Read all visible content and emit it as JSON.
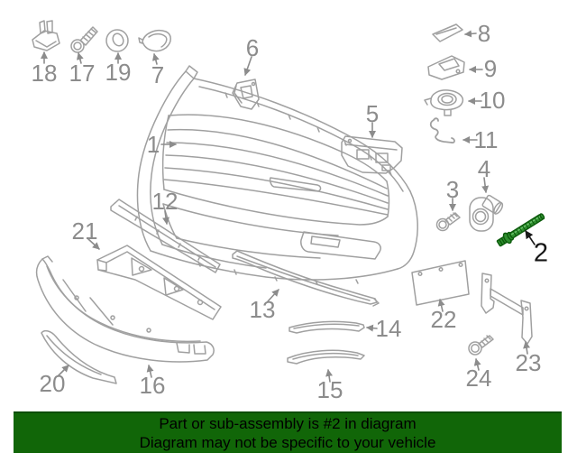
{
  "diagram": {
    "title_hint": "front-bumper-exploded-parts-diagram",
    "line_color": "#a0a0a0",
    "label_color": "#8c8c8c",
    "highlight_stroke": "#0b5a0b",
    "highlight_fill": "#2f8f2f",
    "highlighted_part_number": "2"
  },
  "banner": {
    "line1": "Part or sub-assembly is #2 in diagram",
    "line2": "Diagram may not be specific to your vehicle",
    "background": "#116608",
    "text_color": "#000000"
  },
  "parts": [
    {
      "number": "1",
      "name": "bumper-cover"
    },
    {
      "number": "2",
      "name": "tow-eye-bolt",
      "highlighted": true
    },
    {
      "number": "3",
      "name": "flange-bolt"
    },
    {
      "number": "4",
      "name": "tow-eye-retainer"
    },
    {
      "number": "5",
      "name": "center-support-bracket"
    },
    {
      "number": "6",
      "name": "side-support-bracket"
    },
    {
      "number": "7",
      "name": "tow-hook-cover"
    },
    {
      "number": "8",
      "name": "washer-nozzle-cover"
    },
    {
      "number": "9",
      "name": "nozzle-bezel"
    },
    {
      "number": "10",
      "name": "sensor-cover"
    },
    {
      "number": "11",
      "name": "harness-clip"
    },
    {
      "number": "12",
      "name": "upper-absorber-strip"
    },
    {
      "number": "13",
      "name": "upper-trim-strip"
    },
    {
      "number": "14",
      "name": "middle-trim-strip"
    },
    {
      "number": "15",
      "name": "lower-trim-strip"
    },
    {
      "number": "16",
      "name": "lower-valance-panel"
    },
    {
      "number": "17",
      "name": "tapping-screw"
    },
    {
      "number": "18",
      "name": "expansion-clip"
    },
    {
      "number": "19",
      "name": "grommet"
    },
    {
      "number": "20",
      "name": "valance-trim-strip"
    },
    {
      "number": "21",
      "name": "lower-absorber-panel"
    },
    {
      "number": "22",
      "name": "license-plate-bracket"
    },
    {
      "number": "23",
      "name": "license-mount-bracket"
    },
    {
      "number": "24",
      "name": "license-screw"
    }
  ]
}
